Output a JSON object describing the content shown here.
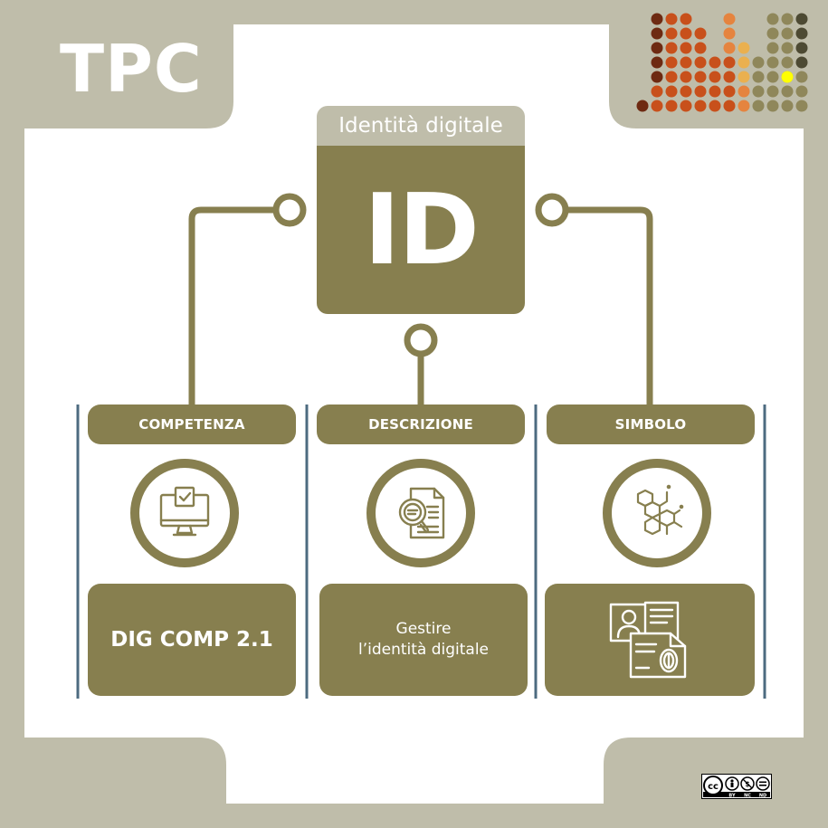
{
  "brand": "TPC",
  "top_node": {
    "header": "Identità digitale",
    "abbr": "ID"
  },
  "columns": [
    {
      "label": "COMPETENZA",
      "icon": "monitor-check-icon",
      "body": "DIG COMP 2.1"
    },
    {
      "label": "DESCRIZIONE",
      "icon": "document-search-icon",
      "body": "Gestire\nl’identità digitale"
    },
    {
      "label": "SIMBOLO",
      "icon": "molecule-icon",
      "body_icon": "id-card-fingerprint-icon"
    }
  ],
  "license": {
    "icon": "cc-by-nc-nd-icon",
    "cc": "cc",
    "by": "BY",
    "nc": "NC",
    "nd": "ND"
  },
  "colors": {
    "background": "#bfbdaa",
    "panel": "#ffffff",
    "accent": "#877f4f",
    "divider": "#4d6b80",
    "deco_dark": "#6e2a12",
    "deco_orange": "#c8501b",
    "deco_light_orange": "#e5843f",
    "deco_gold": "#eab04f",
    "deco_olive": "#8f875a",
    "deco_dark_olive": "#4d4a33",
    "deco_highlight": "#ffff00"
  }
}
